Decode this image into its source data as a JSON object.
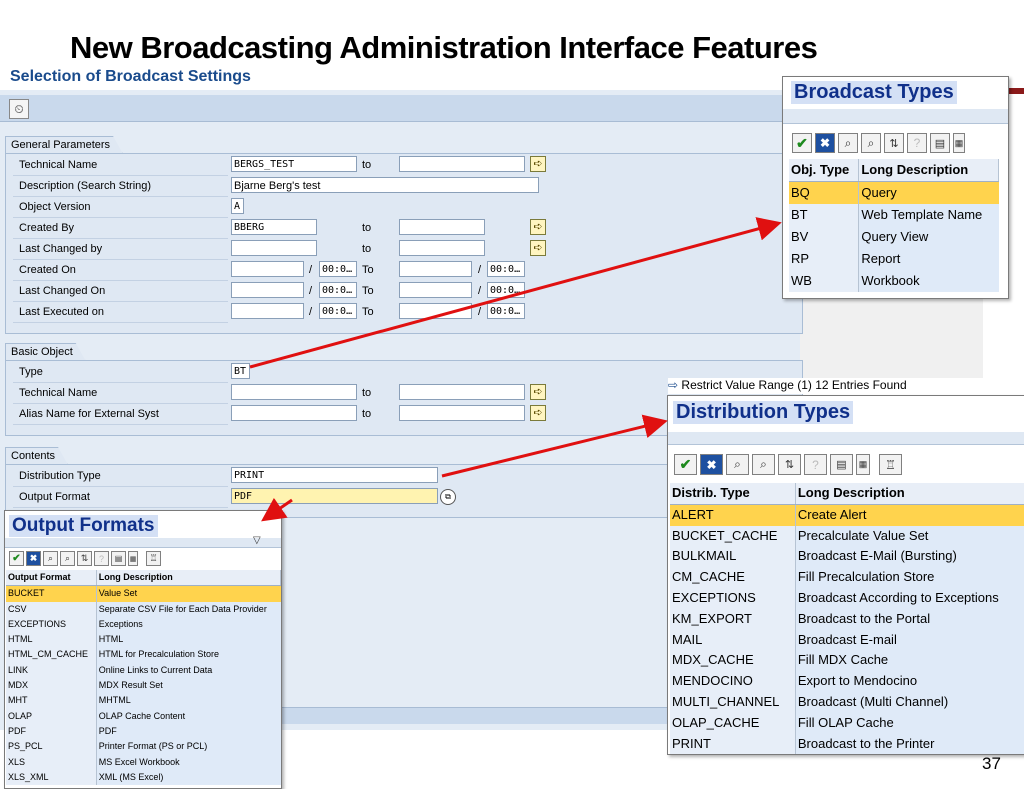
{
  "slide": {
    "title": "New Broadcasting Administration Interface Features",
    "subtitle": "Selection of Broadcast Settings",
    "page_number": "37"
  },
  "toolbar": {
    "execute_icon": "execute-clock-icon"
  },
  "general": {
    "tab": "General Parameters",
    "to": "to",
    "To": "To",
    "slash": "/",
    "time_placeholder": "00:0…",
    "rows": {
      "technical_name": {
        "label": "Technical Name",
        "value": "BERGS_TEST"
      },
      "description": {
        "label": "Description (Search String)",
        "value": "Bjarne Berg's test"
      },
      "object_version": {
        "label": "Object Version",
        "value": "A"
      },
      "created_by": {
        "label": "Created By",
        "value": "BBERG"
      },
      "last_changed_by": {
        "label": "Last Changed by",
        "value": ""
      },
      "created_on": {
        "label": "Created On"
      },
      "last_changed_on": {
        "label": "Last Changed On"
      },
      "last_executed_on": {
        "label": "Last Executed on"
      }
    }
  },
  "basic": {
    "tab": "Basic Object",
    "type": {
      "label": "Type",
      "value": "BT"
    },
    "technical_name": {
      "label": "Technical Name"
    },
    "alias": {
      "label": "Alias Name for External Syst"
    }
  },
  "contents": {
    "tab": "Contents",
    "distribution_type": {
      "label": "Distribution Type",
      "value": "PRINT"
    },
    "output_format": {
      "label": "Output Format",
      "value": "PDF"
    }
  },
  "broadcast_types": {
    "title": "Broadcast Types",
    "headers": [
      "Obj. Type",
      "Long Description"
    ],
    "rows": [
      [
        "BQ",
        "Query"
      ],
      [
        "BT",
        "Web Template Name"
      ],
      [
        "BV",
        "Query View"
      ],
      [
        "RP",
        "Report"
      ],
      [
        "WB",
        "Workbook"
      ]
    ],
    "selected": 0
  },
  "distribution_types": {
    "restrict_text": "Restrict Value Range (1)   12 Entries Found",
    "title": "Distribution Types",
    "headers": [
      "Distrib. Type",
      "Long Description"
    ],
    "rows": [
      [
        "ALERT",
        "Create Alert"
      ],
      [
        "BUCKET_CACHE",
        "Precalculate Value Set"
      ],
      [
        "BULKMAIL",
        "Broadcast E-Mail (Bursting)"
      ],
      [
        "CM_CACHE",
        "Fill Precalculation Store"
      ],
      [
        "EXCEPTIONS",
        "Broadcast According to Exceptions"
      ],
      [
        "KM_EXPORT",
        "Broadcast to the Portal"
      ],
      [
        "MAIL",
        "Broadcast E-mail"
      ],
      [
        "MDX_CACHE",
        "Fill MDX Cache"
      ],
      [
        "MENDOCINO",
        "Export to Mendocino"
      ],
      [
        "MULTI_CHANNEL",
        "Broadcast (Multi Channel)"
      ],
      [
        "OLAP_CACHE",
        "Fill OLAP Cache"
      ],
      [
        "PRINT",
        "Broadcast to the Printer"
      ]
    ],
    "selected": 0
  },
  "output_formats": {
    "title": "Output Formats",
    "headers": [
      "Output Format",
      "Long Description"
    ],
    "rows": [
      [
        "BUCKET",
        "Value Set"
      ],
      [
        "CSV",
        "Separate CSV File for Each Data Provider"
      ],
      [
        "EXCEPTIONS",
        "Exceptions"
      ],
      [
        "HTML",
        "HTML"
      ],
      [
        "HTML_CM_CACHE",
        "HTML for Precalculation Store"
      ],
      [
        "LINK",
        "Online Links to Current Data"
      ],
      [
        "MDX",
        "MDX Result Set"
      ],
      [
        "MHT",
        "MHTML"
      ],
      [
        "OLAP",
        "OLAP Cache Content"
      ],
      [
        "PDF",
        "PDF"
      ],
      [
        "PS_PCL",
        "Printer Format (PS or PCL)"
      ],
      [
        "XLS",
        "MS Excel Workbook"
      ],
      [
        "XLS_XML",
        "XML (MS Excel)"
      ]
    ],
    "selected": 0
  },
  "colors": {
    "annotation_arrow": "#e01010",
    "selected_row": "#ffd34d",
    "popup_title": "#10308a"
  }
}
